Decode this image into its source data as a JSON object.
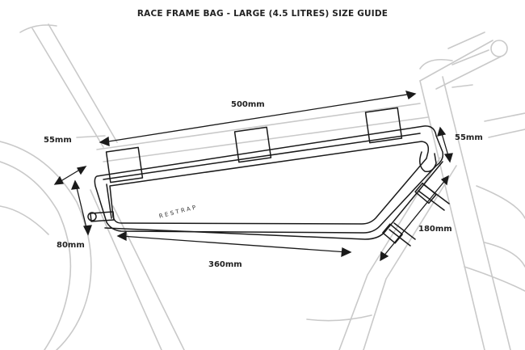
{
  "title": "RACE FRAME BAG - LARGE (4.5 LITRES) SIZE GUIDE",
  "brand": "RESTRAP",
  "dimensions": {
    "top_length": "500mm",
    "bottom_length": "360mm",
    "front_height_top": "55mm",
    "front_height": "80mm",
    "rear_height": "55mm",
    "rear_depth": "180mm"
  },
  "colors": {
    "bike_line": "#c9c9c9",
    "bag_line": "#1a1a1a",
    "arrow": "#1a1a1a",
    "text": "#222222"
  }
}
